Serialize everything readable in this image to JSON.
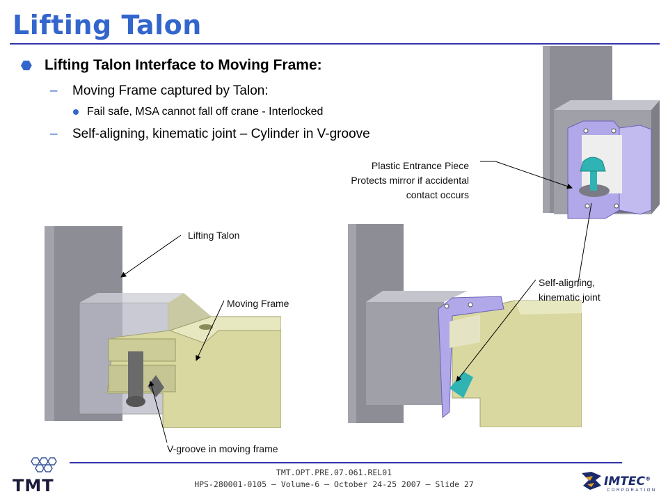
{
  "slide": {
    "title": "Lifting Talon",
    "bullet1": "Lifting Talon Interface to Moving Frame:",
    "sub1": "Moving Frame captured by Talon:",
    "subsub1": "Fail safe, MSA cannot fall off crane - Interlocked",
    "sub2": "Self-aligning, kinematic joint – Cylinder in V-groove"
  },
  "labels": {
    "plastic_1": "Plastic Entrance Piece",
    "plastic_2": "Protects mirror if accidental",
    "plastic_3": "contact occurs",
    "lifting_talon": "Lifting Talon",
    "moving_frame": "Moving Frame",
    "vgroove": "V-groove in moving frame",
    "self_aligning_1": "Self-aligning,",
    "self_aligning_2": "kinematic joint"
  },
  "footer": {
    "doc_id": "TMT.OPT.PRE.07.061.REL01",
    "line2": "HPS-280001-0105 – Volume-6 – October 24-25 2007 – Slide 27"
  },
  "logos": {
    "left": "TMT",
    "right": "IMTEC",
    "right_sub": "CORPORATION",
    "right_mark": "®"
  },
  "colors": {
    "accent": "#3366cc",
    "rule": "#3333aa",
    "talon_gray": "#8c8d95",
    "frame_yellow": "#d8d8a0",
    "plastic_purple": "#b0a8e8"
  }
}
